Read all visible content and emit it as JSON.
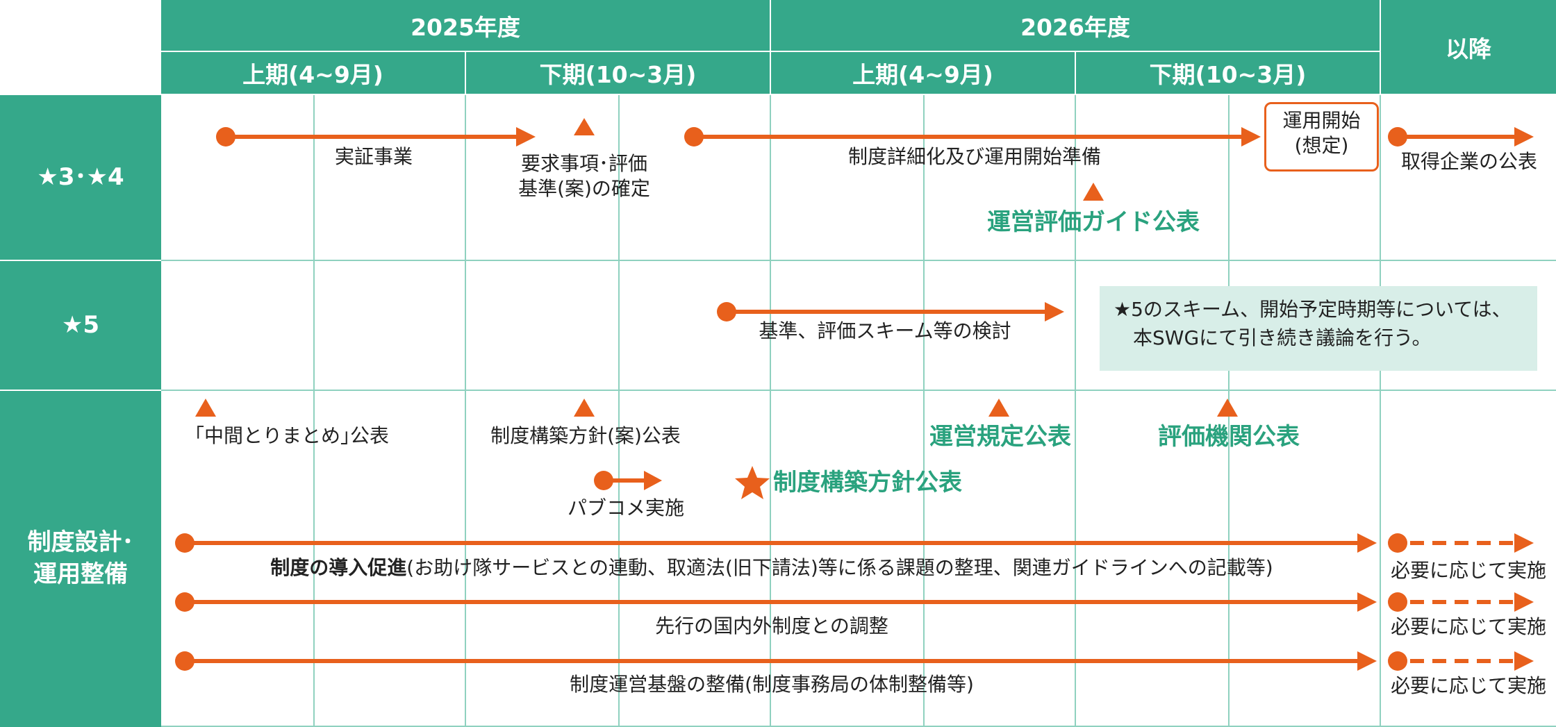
{
  "header": {
    "fy2025": "2025年度",
    "fy2026": "2026年度",
    "after": "以降",
    "h1": "上期(4~9月)",
    "h2": "下期(10~3月)",
    "h3": "上期(4~9月)",
    "h4": "下期(10~3月)"
  },
  "rows": {
    "r1": "★3･★4",
    "r2": "★5",
    "r3": "制度設計･\n運用整備"
  },
  "row1": {
    "demo": "実証事業",
    "req": "要求事項･評価\n基準(案)の確定",
    "prep": "制度詳細化及び運用開始準備",
    "start": "運用開始\n(想定)",
    "guide": "運営評価ガイド公表",
    "acq": "取得企業の公表"
  },
  "row2": {
    "study": "基準、評価スキーム等の検討",
    "note": "★5のスキーム、開始予定時期等については、\n　本SWGにて引き続き議論を行う。"
  },
  "row3": {
    "interim": "｢中間とりまとめ｣公表",
    "draft": "制度構築方針(案)公表",
    "rules": "運営規定公表",
    "orgs": "評価機関公表",
    "pubcom": "パブコメ実施",
    "policy": "制度構築方針公表",
    "promo_bold": "制度の導入促進",
    "promo_rest": "(お助け隊サービスとの連動、取適法(旧下請法)等に係る課題の整理、関連ガイドラインへの記載等)",
    "intl": "先行の国内外制度との調整",
    "base": "制度運営基盤の整備(制度事務局の体制整備等)",
    "asneeded1": "必要に応じて実施",
    "asneeded2": "必要に応じて実施",
    "asneeded3": "必要に応じて実施"
  },
  "colors": {
    "header": "#35a88a",
    "accent": "#e8601c",
    "green_text": "#2aa27e",
    "note_bg": "#d8eee8"
  }
}
